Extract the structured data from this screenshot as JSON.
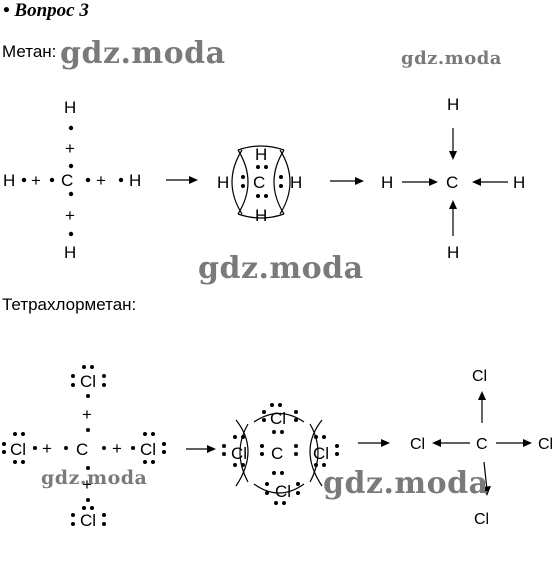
{
  "heading": "• Вопрос 3",
  "methane_label": "Метан:",
  "tetrachloromethane_label": "Тетрахлорметан:",
  "watermark": "gdz.moda",
  "atoms": {
    "hydrogen": "H",
    "carbon": "C",
    "chlorine": "Cl"
  },
  "plus": "+"
}
